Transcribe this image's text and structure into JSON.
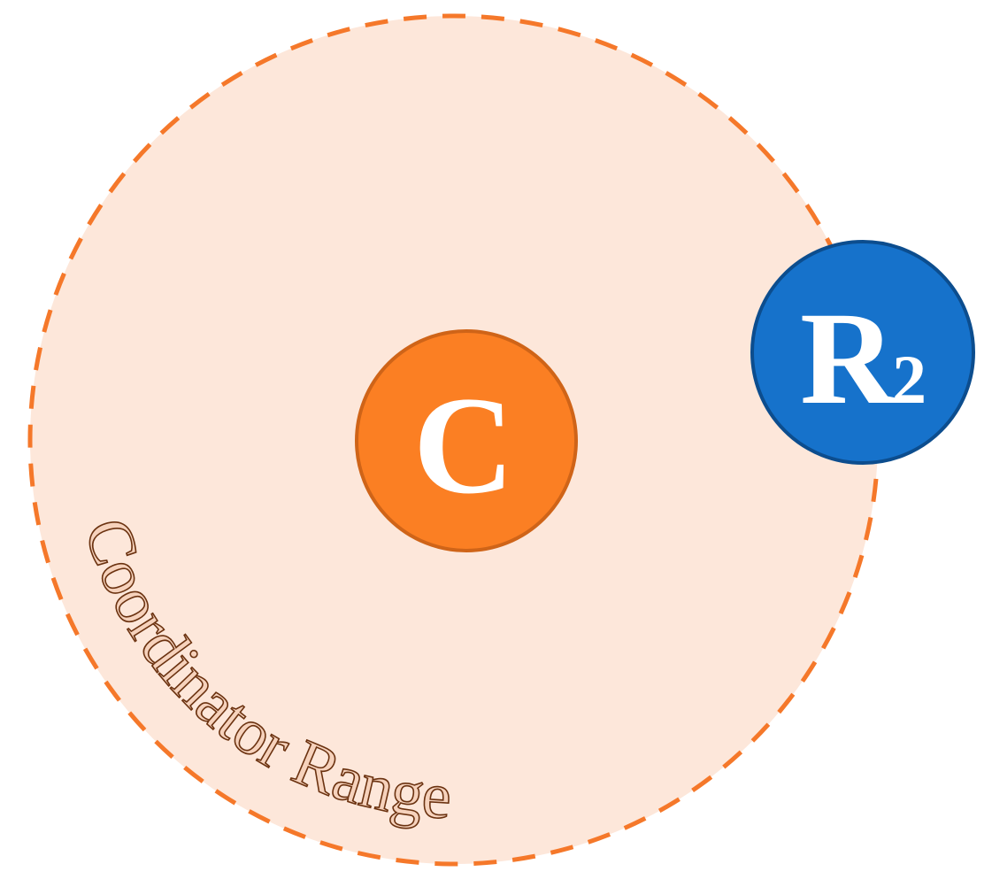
{
  "diagram": {
    "coordinator_range": {
      "label": "Coordinator Range",
      "fill_color": "#fde7da",
      "border_color": "#f5782a",
      "border_style": "dashed"
    },
    "coordinator_node": {
      "label": "C",
      "fill_color": "#fb7f23",
      "border_color": "#cf6418"
    },
    "router_node": {
      "label": "R",
      "subscript": "2",
      "fill_color": "#1672cb",
      "border_color": "#0c4d8e"
    }
  }
}
